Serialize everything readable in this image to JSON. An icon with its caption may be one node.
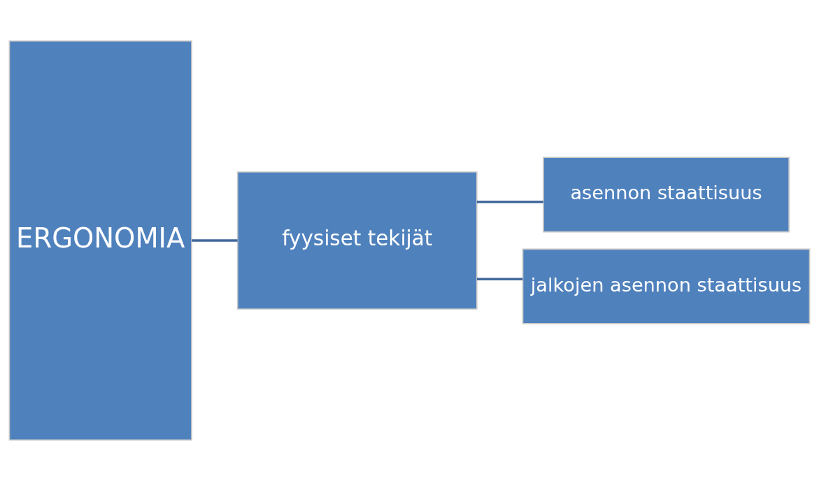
{
  "diagram": {
    "nodes": [
      {
        "text": [
          "ERGONOMIA"
        ]
      },
      {
        "text": [
          "fyysiset tekijät"
        ]
      },
      {
        "text": [
          "asennon staattisuus"
        ]
      },
      {
        "text": [
          "jalkojen asennon staattisuus"
        ]
      }
    ],
    "edges": [
      {
        "from": 0,
        "to": 1,
        "arrow": "none"
      },
      {
        "from": 1,
        "to": 2,
        "arrow": "none"
      },
      {
        "from": 1,
        "to": 3,
        "arrow": "none"
      }
    ]
  }
}
